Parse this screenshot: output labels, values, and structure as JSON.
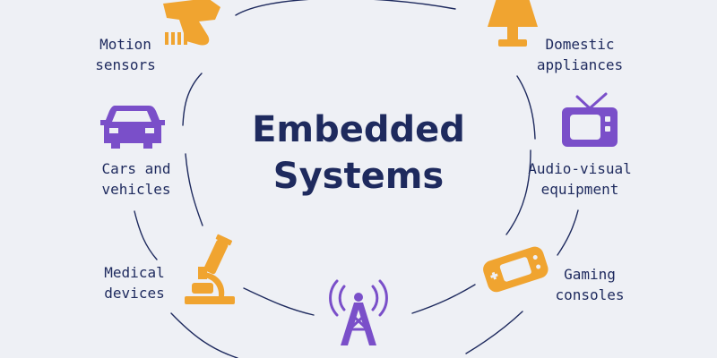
{
  "center": {
    "line1": "Embedded",
    "line2": "Systems"
  },
  "colors": {
    "background": "#eef0f5",
    "ring": "#1e2a5e",
    "text": "#1e2a5e",
    "orange": "#f0a430",
    "purple": "#7a4fc9"
  },
  "nodes": [
    {
      "id": "motion-sensors",
      "icon": "scanner-gun-icon",
      "color": "orange",
      "lines": [
        "Motion",
        "sensors"
      ]
    },
    {
      "id": "domestic-appliances",
      "icon": "lamp-icon",
      "color": "orange",
      "lines": [
        "Domestic",
        "appliances"
      ]
    },
    {
      "id": "cars-vehicles",
      "icon": "car-icon",
      "color": "purple",
      "lines": [
        "Cars and",
        "vehicles"
      ]
    },
    {
      "id": "audio-visual",
      "icon": "tv-icon",
      "color": "purple",
      "lines": [
        "Audio-visual",
        "equipment"
      ]
    },
    {
      "id": "medical-devices",
      "icon": "microscope-icon",
      "color": "orange",
      "lines": [
        "Medical",
        "devices"
      ]
    },
    {
      "id": "gaming-consoles",
      "icon": "gamepad-icon",
      "color": "orange",
      "lines": [
        "Gaming",
        "consoles"
      ]
    },
    {
      "id": "telecom",
      "icon": "antenna-tower-icon",
      "color": "purple",
      "lines": []
    }
  ]
}
